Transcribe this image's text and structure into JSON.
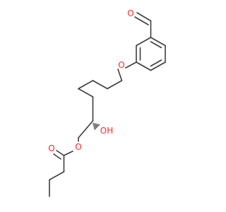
{
  "molecule": {
    "atoms": {
      "aldehyde_oxygen": {
        "symbol": "O",
        "color": "#ff2a2a"
      },
      "ether_oxygen": {
        "symbol": "O",
        "color": "#ff2a2a"
      },
      "hydroxyl": {
        "symbol": "OH",
        "color": "#ff2a2a"
      },
      "ester_single_oxygen": {
        "symbol": "O",
        "color": "#ff2a2a"
      },
      "ester_carbonyl_oxygen": {
        "symbol": "O",
        "color": "#ff2a2a"
      }
    },
    "bond_color": "#3d3d3d",
    "background": "#ffffff"
  }
}
